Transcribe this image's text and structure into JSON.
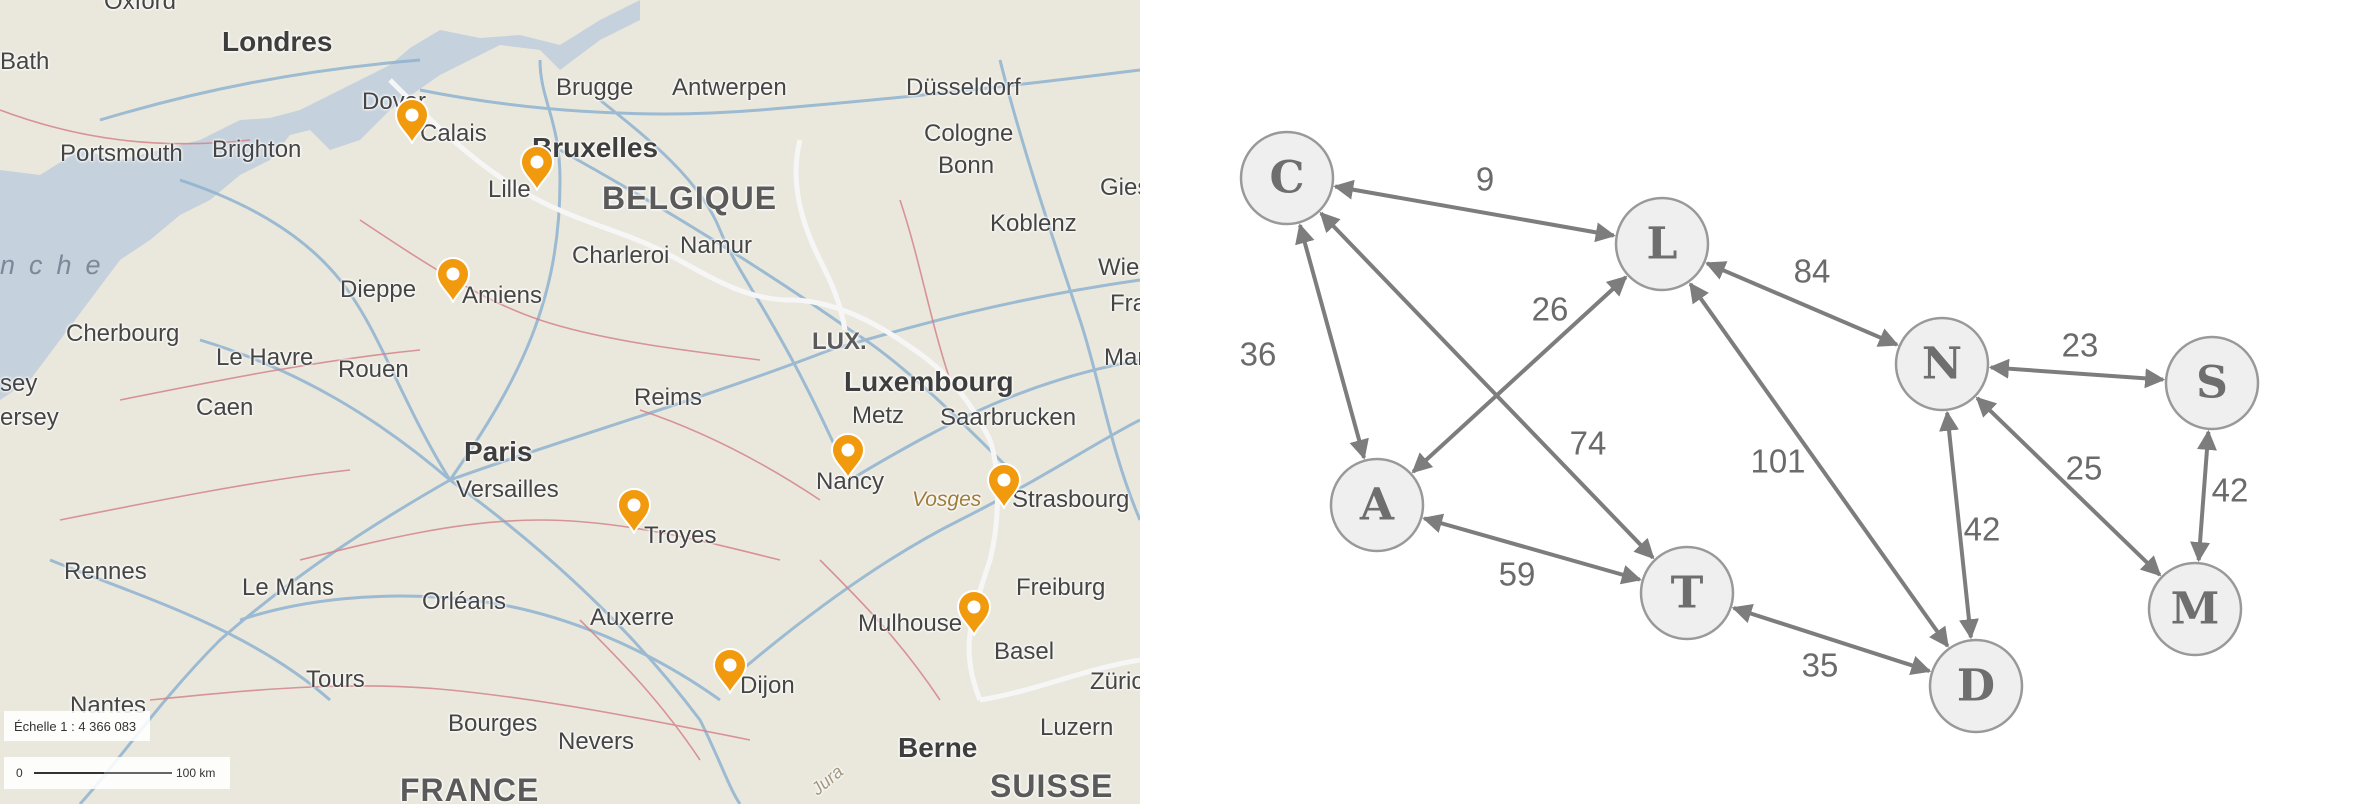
{
  "map": {
    "places": [
      {
        "id": "oxford",
        "label": "Oxford",
        "cls": ""
      },
      {
        "id": "londres",
        "label": "Londres",
        "cls": "city-big"
      },
      {
        "id": "bath",
        "label": "Bath",
        "cls": ""
      },
      {
        "id": "dover",
        "label": "Dover",
        "cls": ""
      },
      {
        "id": "calais",
        "label": "Calais",
        "cls": ""
      },
      {
        "id": "portsmouth",
        "label": "Portsmouth",
        "cls": ""
      },
      {
        "id": "brighton",
        "label": "Brighton",
        "cls": ""
      },
      {
        "id": "brugge",
        "label": "Brugge",
        "cls": ""
      },
      {
        "id": "antwerpen",
        "label": "Antwerpen",
        "cls": ""
      },
      {
        "id": "bruxelles",
        "label": "Bruxelles",
        "cls": "city-big"
      },
      {
        "id": "lille",
        "label": "Lille",
        "cls": ""
      },
      {
        "id": "belgique",
        "label": "BELGIQUE",
        "cls": "country"
      },
      {
        "id": "dusseldorf",
        "label": "Düsseldorf",
        "cls": ""
      },
      {
        "id": "cologne",
        "label": "Cologne",
        "cls": ""
      },
      {
        "id": "bonn",
        "label": "Bonn",
        "cls": ""
      },
      {
        "id": "koblenz",
        "label": "Koblenz",
        "cls": ""
      },
      {
        "id": "gies",
        "label": "Gies",
        "cls": ""
      },
      {
        "id": "wiesba",
        "label": "Wiesba",
        "cls": ""
      },
      {
        "id": "fra",
        "label": "Fra",
        "cls": ""
      },
      {
        "id": "mann",
        "label": "Mann",
        "cls": ""
      },
      {
        "id": "manche",
        "label": "nche",
        "cls": "sea"
      },
      {
        "id": "namur",
        "label": "Namur",
        "cls": ""
      },
      {
        "id": "charleroi",
        "label": "Charleroi",
        "cls": ""
      },
      {
        "id": "dieppe",
        "label": "Dieppe",
        "cls": ""
      },
      {
        "id": "amiens",
        "label": "Amiens",
        "cls": ""
      },
      {
        "id": "cherbourg",
        "label": "Cherbourg",
        "cls": ""
      },
      {
        "id": "sey",
        "label": "sey",
        "cls": ""
      },
      {
        "id": "ersey",
        "label": "ersey",
        "cls": ""
      },
      {
        "id": "lehavre",
        "label": "Le Havre",
        "cls": ""
      },
      {
        "id": "rouen",
        "label": "Rouen",
        "cls": ""
      },
      {
        "id": "caen",
        "label": "Caen",
        "cls": ""
      },
      {
        "id": "lux",
        "label": "LUX.",
        "cls": "country-small"
      },
      {
        "id": "luxembourg",
        "label": "Luxembourg",
        "cls": "city-big"
      },
      {
        "id": "metz",
        "label": "Metz",
        "cls": ""
      },
      {
        "id": "saarbrucken",
        "label": "Saarbrucken",
        "cls": ""
      },
      {
        "id": "reims",
        "label": "Reims",
        "cls": ""
      },
      {
        "id": "paris",
        "label": "Paris",
        "cls": "city-big"
      },
      {
        "id": "versailles",
        "label": "Versailles",
        "cls": ""
      },
      {
        "id": "nancy",
        "label": "Nancy",
        "cls": ""
      },
      {
        "id": "vosges",
        "label": "Vosges",
        "cls": "region"
      },
      {
        "id": "strasbourg",
        "label": "Strasbourg",
        "cls": ""
      },
      {
        "id": "troyes",
        "label": "Troyes",
        "cls": ""
      },
      {
        "id": "rennes",
        "label": "Rennes",
        "cls": ""
      },
      {
        "id": "lemans",
        "label": "Le Mans",
        "cls": ""
      },
      {
        "id": "orleans",
        "label": "Orléans",
        "cls": ""
      },
      {
        "id": "auxerre",
        "label": "Auxerre",
        "cls": ""
      },
      {
        "id": "freiburg",
        "label": "Freiburg",
        "cls": ""
      },
      {
        "id": "mulhouse",
        "label": "Mulhouse",
        "cls": ""
      },
      {
        "id": "basel",
        "label": "Basel",
        "cls": ""
      },
      {
        "id": "tours",
        "label": "Tours",
        "cls": ""
      },
      {
        "id": "dijon",
        "label": "Dijon",
        "cls": ""
      },
      {
        "id": "zuric",
        "label": "Züric",
        "cls": ""
      },
      {
        "id": "nantes",
        "label": "Nantes",
        "cls": ""
      },
      {
        "id": "bourges",
        "label": "Bourges",
        "cls": ""
      },
      {
        "id": "nevers",
        "label": "Nevers",
        "cls": ""
      },
      {
        "id": "berne",
        "label": "Berne",
        "cls": "city-big"
      },
      {
        "id": "luzern",
        "label": "Luzern",
        "cls": ""
      },
      {
        "id": "france",
        "label": "FRANCE",
        "cls": "country"
      },
      {
        "id": "suisse",
        "label": "SUISSE",
        "cls": "country"
      },
      {
        "id": "jura",
        "label": "Jura",
        "cls": "region"
      }
    ],
    "markers": [
      "calais",
      "lille",
      "amiens",
      "nancy",
      "strasbourg",
      "troyes",
      "mulhouse",
      "dijon"
    ],
    "scale": {
      "text": "Échelle 1 : 4 366 083",
      "zero": "0",
      "max": "100 km"
    },
    "colors": {
      "land": "#eae8dd",
      "sea": "#c5d1dc",
      "motorway": "#8fb3cf",
      "road": "#d4848a",
      "border": "#f4f4f4",
      "marker": "#f29a0e"
    }
  },
  "graph": {
    "nodes": [
      {
        "id": "C",
        "label": "C"
      },
      {
        "id": "L",
        "label": "L"
      },
      {
        "id": "N",
        "label": "N"
      },
      {
        "id": "S",
        "label": "S"
      },
      {
        "id": "A",
        "label": "A"
      },
      {
        "id": "T",
        "label": "T"
      },
      {
        "id": "D",
        "label": "D"
      },
      {
        "id": "M",
        "label": "M"
      }
    ],
    "edges": [
      {
        "from": "C",
        "to": "L",
        "weight": "9"
      },
      {
        "from": "L",
        "to": "N",
        "weight": "84"
      },
      {
        "from": "N",
        "to": "S",
        "weight": "23"
      },
      {
        "from": "C",
        "to": "A",
        "weight": "36"
      },
      {
        "from": "A",
        "to": "L",
        "weight": "26"
      },
      {
        "from": "C",
        "to": "T",
        "weight": "74"
      },
      {
        "from": "L",
        "to": "D",
        "weight": "101"
      },
      {
        "from": "N",
        "to": "M",
        "weight": "25"
      },
      {
        "from": "S",
        "to": "M",
        "weight": "42"
      },
      {
        "from": "N",
        "to": "D",
        "weight": "42"
      },
      {
        "from": "A",
        "to": "T",
        "weight": "59"
      },
      {
        "from": "T",
        "to": "D",
        "weight": "35"
      }
    ],
    "colors": {
      "node_fill": "#efefef",
      "node_stroke": "#999999",
      "edge": "#7d7d7d",
      "text": "#6b6b6b"
    }
  }
}
